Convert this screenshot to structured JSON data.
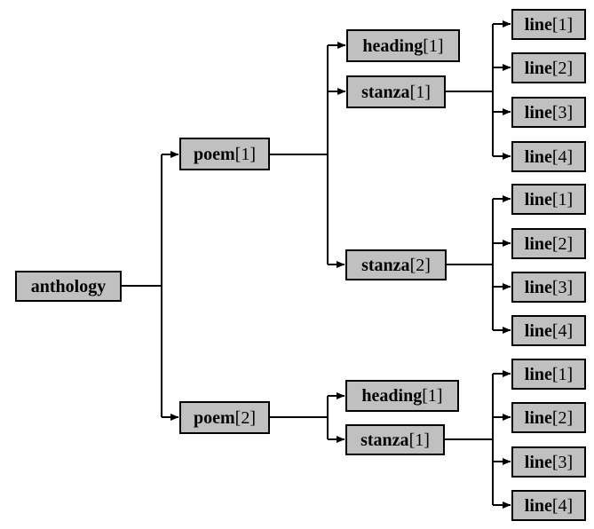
{
  "colors": {
    "background": "#ffffff",
    "node_fill": "#c0c0c0",
    "node_border": "#000000",
    "node_text": "#000000",
    "connector": "#000000"
  },
  "tree": {
    "name": "anthology",
    "index": "",
    "children": [
      {
        "name": "poem",
        "index": "[1]",
        "children": [
          {
            "name": "heading",
            "index": "[1]",
            "children": []
          },
          {
            "name": "stanza",
            "index": "[1]",
            "children": [
              {
                "name": "line",
                "index": "[1]"
              },
              {
                "name": "line",
                "index": "[2]"
              },
              {
                "name": "line",
                "index": "[3]"
              },
              {
                "name": "line",
                "index": "[4]"
              }
            ]
          },
          {
            "name": "stanza",
            "index": "[2]",
            "children": [
              {
                "name": "line",
                "index": "[1]"
              },
              {
                "name": "line",
                "index": "[2]"
              },
              {
                "name": "line",
                "index": "[3]"
              },
              {
                "name": "line",
                "index": "[4]"
              }
            ]
          }
        ]
      },
      {
        "name": "poem",
        "index": "[2]",
        "children": [
          {
            "name": "heading",
            "index": "[1]",
            "children": []
          },
          {
            "name": "stanza",
            "index": "[1]",
            "children": [
              {
                "name": "line",
                "index": "[1]"
              },
              {
                "name": "line",
                "index": "[2]"
              },
              {
                "name": "line",
                "index": "[3]"
              },
              {
                "name": "line",
                "index": "[4]"
              }
            ]
          }
        ]
      }
    ]
  }
}
